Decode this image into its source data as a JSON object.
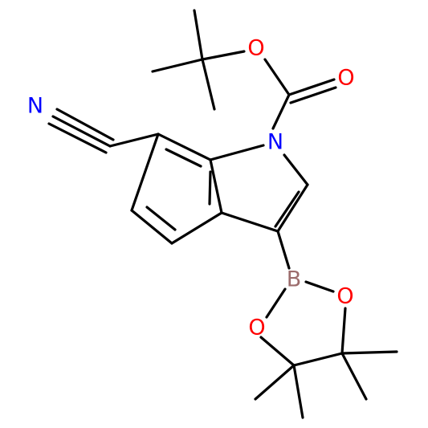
{
  "molecule": {
    "atoms": [
      {
        "id": "N_nitrile",
        "label": "N",
        "color": "#0000ff"
      },
      {
        "id": "N1",
        "label": "N",
        "color": "#0000ff"
      },
      {
        "id": "O_ether",
        "label": "O",
        "color": "#ff0000"
      },
      {
        "id": "O_carbonyl",
        "label": "O",
        "color": "#ff0000"
      },
      {
        "id": "B",
        "label": "B",
        "color": "#9c6c6c"
      },
      {
        "id": "O_bpin_left",
        "label": "O",
        "color": "#ff0000"
      },
      {
        "id": "O_bpin_right",
        "label": "O",
        "color": "#ff0000"
      }
    ],
    "bond_color": "#000000"
  }
}
